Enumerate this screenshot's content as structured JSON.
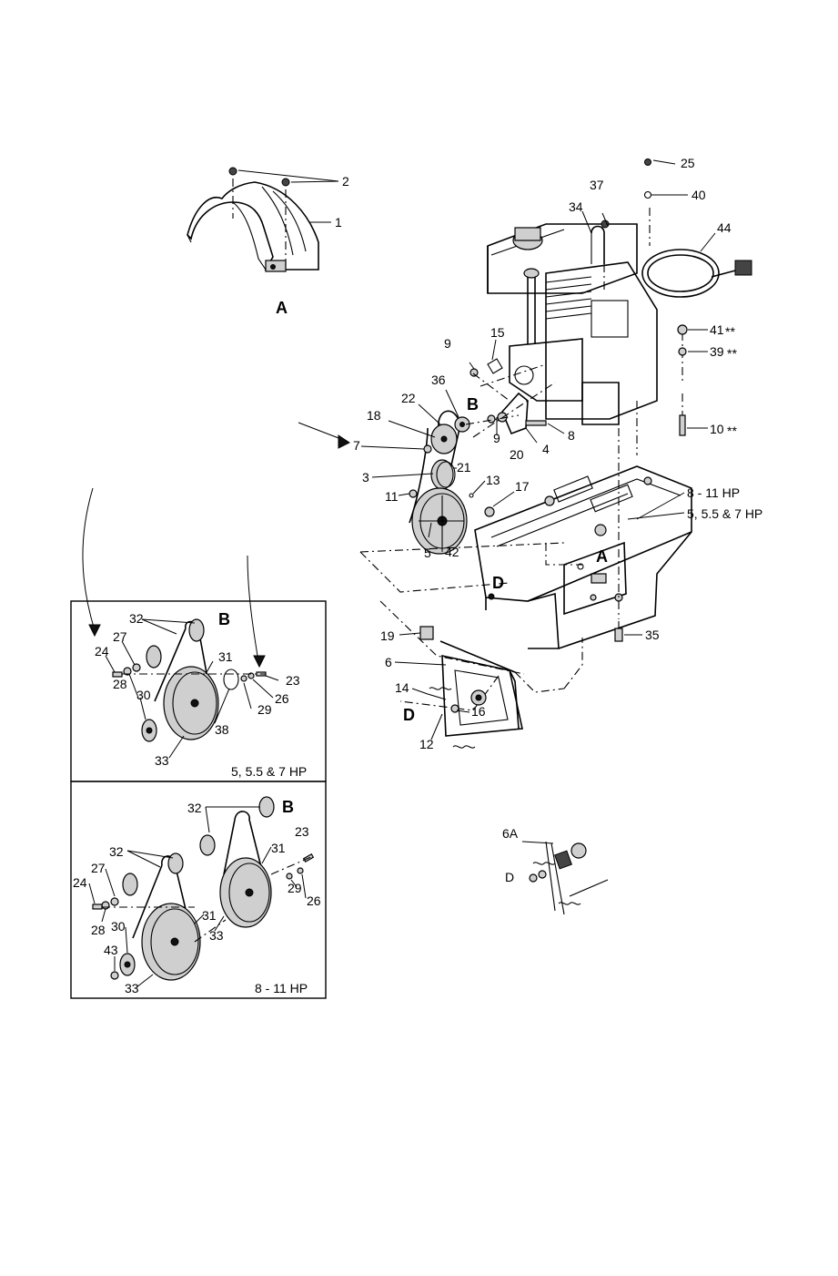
{
  "callouts": {
    "c1": "1",
    "c2": "2",
    "cA_shield": "A",
    "c25": "25",
    "c37": "37",
    "c40": "40",
    "c34": "34",
    "c44": "44",
    "c41": "41",
    "c39": "39",
    "c10": "10",
    "stars": "**",
    "c9a": "9",
    "c15": "15",
    "c36": "36",
    "cB_main": "B",
    "c22": "22",
    "c18": "18",
    "c7": "7",
    "c9b": "9",
    "c20": "20",
    "c4": "4",
    "c8": "8",
    "c3": "3",
    "c21": "21",
    "c13": "13",
    "c17": "17",
    "c11": "11",
    "c5": "5",
    "c42": "42",
    "cA_frame": "A",
    "cD_frame": "D",
    "c35": "35",
    "c19": "19",
    "c6": "6",
    "c14": "14",
    "cD_plate": "D",
    "c16": "16",
    "c12": "12",
    "c6A": "6A",
    "cD_detail": "D"
  },
  "frame_labels": {
    "hp_high": "8 - 11 HP",
    "hp_low": "5, 5.5 & 7 HP"
  },
  "inset_top": {
    "footer": "5, 5.5 & 7 HP",
    "c32": "32",
    "cB": "B",
    "c27": "27",
    "c24": "24",
    "c31": "31",
    "c23": "23",
    "c26": "26",
    "c28": "28",
    "c30": "30",
    "c29": "29",
    "c38": "38",
    "c33": "33"
  },
  "inset_bottom": {
    "footer": "8 - 11 HP",
    "c32a": "32",
    "cB": "B",
    "c23": "23",
    "c32b": "32",
    "c31a": "31",
    "c27": "27",
    "c24": "24",
    "c26": "26",
    "c29": "29",
    "c28": "28",
    "c31b": "31",
    "c30": "30",
    "c33a": "33",
    "c43": "43",
    "c33b": "33"
  }
}
